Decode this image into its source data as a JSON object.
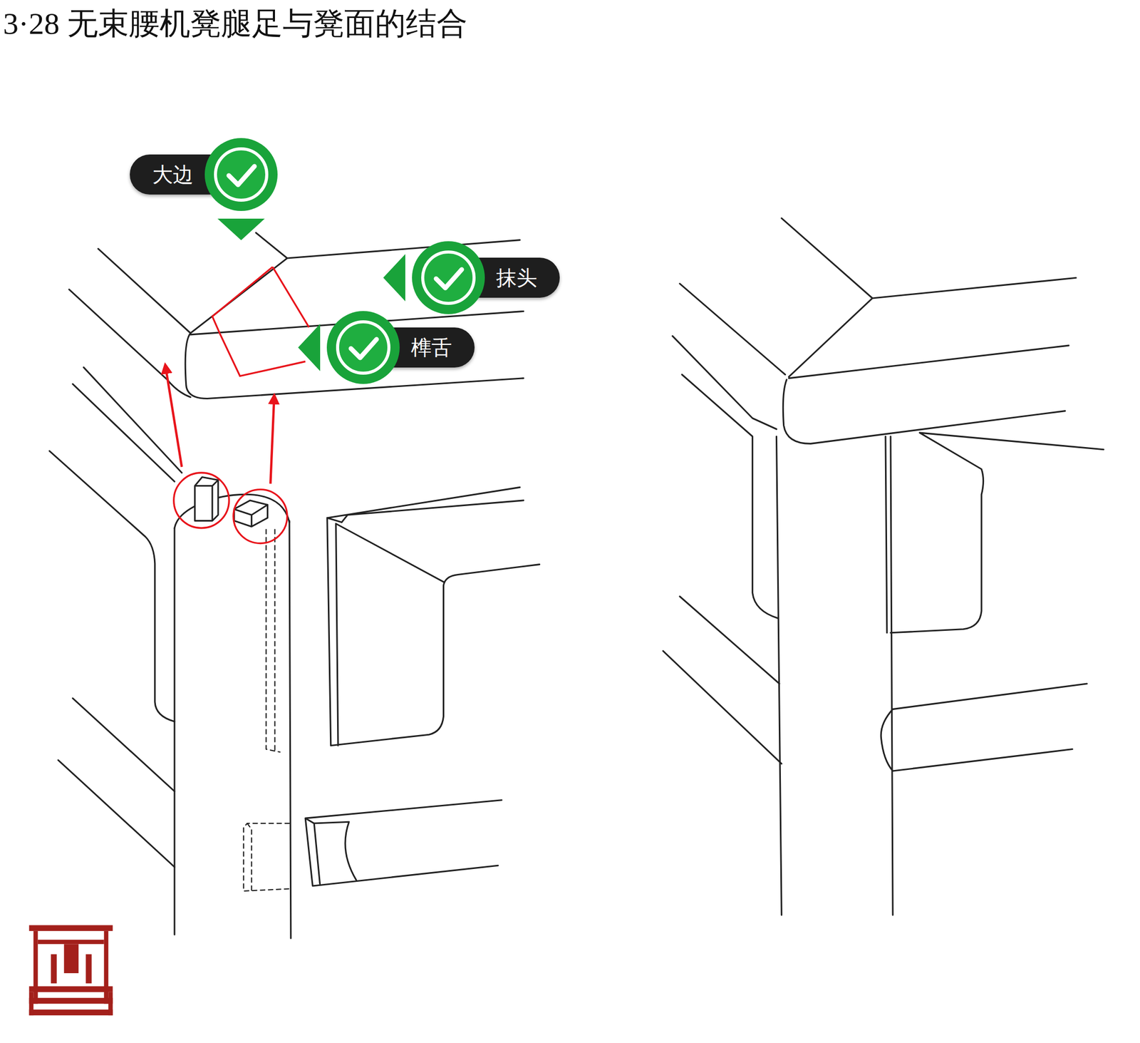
{
  "diagram": {
    "title": "3·28 无束腰机凳腿足与凳面的结合",
    "nodes": [
      {
        "text": [
          "大边"
        ]
      },
      {
        "text": [
          "抹头"
        ]
      },
      {
        "text": [
          "榫舌"
        ]
      }
    ]
  }
}
